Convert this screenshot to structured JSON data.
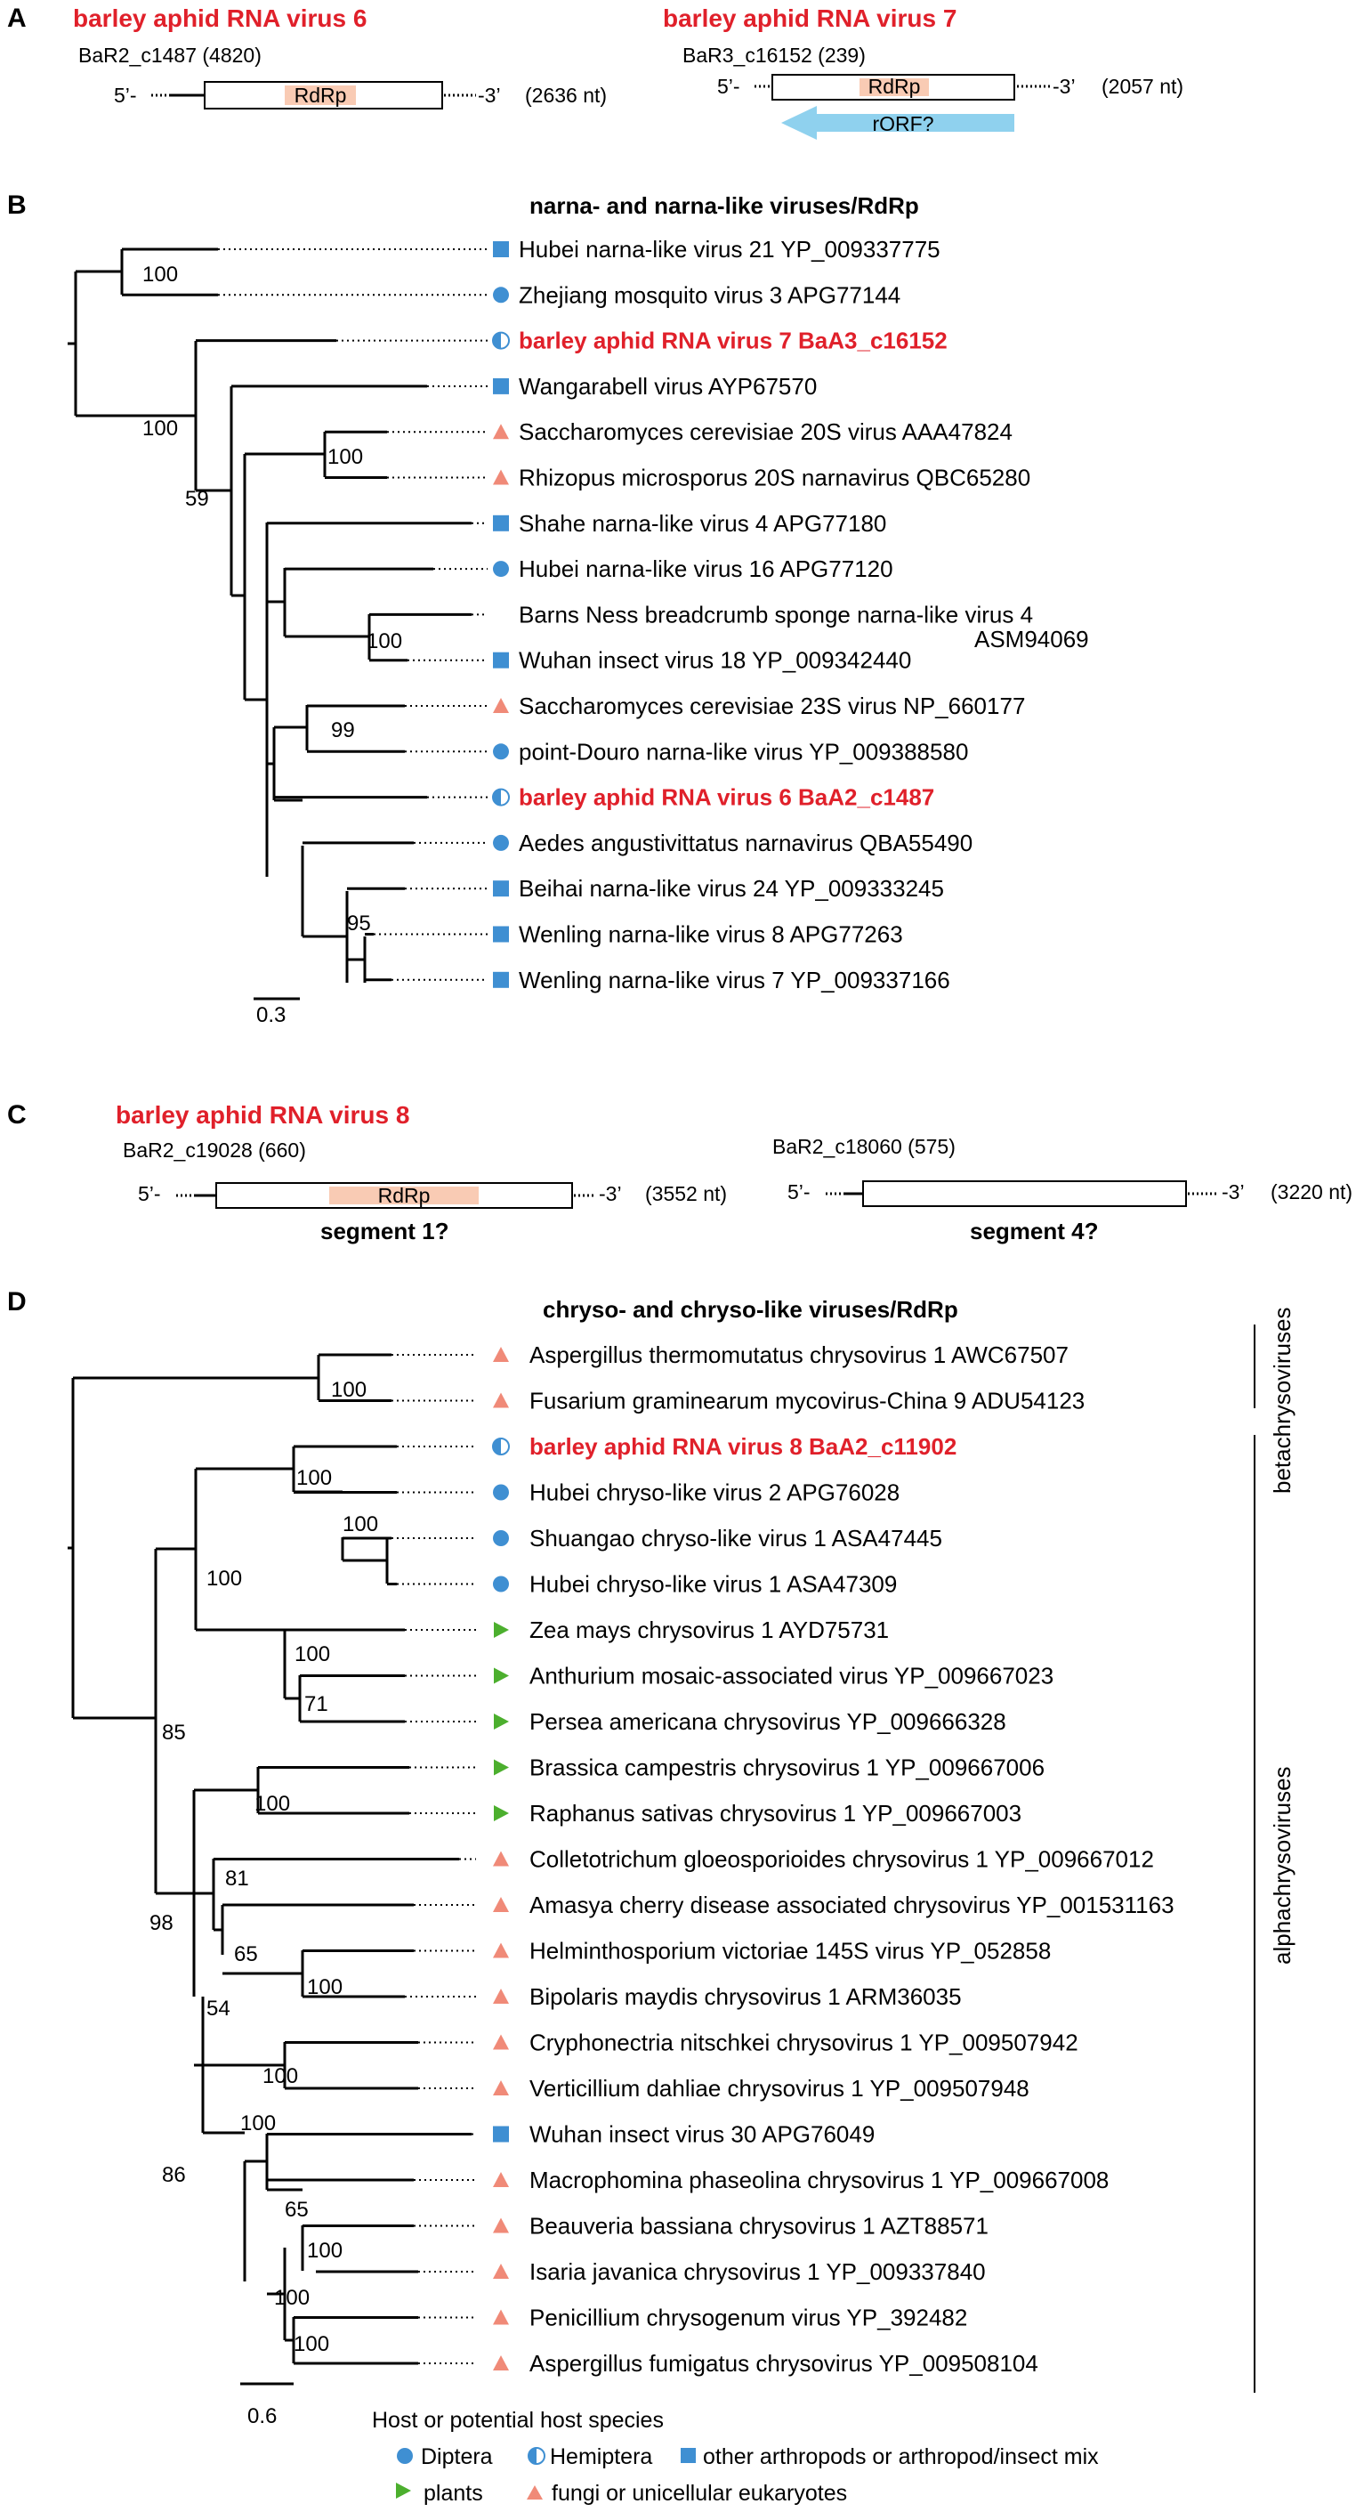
{
  "colors": {
    "red": "#e0202a",
    "blue": "#3f8fd2",
    "salmon": "#f08a78",
    "green": "#4caf2e",
    "rdrp_fill": "#f9cbb4",
    "rorf_fill": "#8fd1ee",
    "black": "#000000"
  },
  "panels": {
    "a": {
      "letter": "A",
      "v6": {
        "name": "barley aphid RNA virus  6",
        "contig": "BaR2_c1487 (4820)",
        "five": "5’-",
        "three": "-3’",
        "len": "(2636 nt)",
        "box": "RdRp"
      },
      "v7": {
        "name": "barley aphid RNA virus  7",
        "contig": "BaR3_c16152 (239)",
        "five": "5’-",
        "three": "-3’",
        "len": "(2057 nt)",
        "box": "RdRp",
        "rorf": "rORF?"
      }
    },
    "b": {
      "letter": "B",
      "title": "narna- and narna-like viruses/RdRp",
      "scale": "0.3",
      "bootstraps": [
        "100",
        "100",
        "59",
        "100",
        "100",
        "99",
        "95"
      ],
      "leaves": [
        {
          "label": "Hubei narna-like virus 21 YP_009337775",
          "icon": "square-blue",
          "red": false
        },
        {
          "label": "Zhejiang mosquito virus 3 APG77144",
          "icon": "circle-blue",
          "red": false
        },
        {
          "label": "barley aphid  RNA virus  7 BaA3_c16152",
          "icon": "half-circle-blue",
          "red": true
        },
        {
          "label": "Wangarabell virus AYP67570",
          "icon": "square-blue",
          "red": false
        },
        {
          "label": "Saccharomyces cerevisiae 20S virus AAA47824",
          "icon": "triangle-salmon",
          "red": false
        },
        {
          "label": "Rhizopus microsporus 20S narnavirus QBC65280",
          "icon": "triangle-salmon",
          "red": false
        },
        {
          "label": "Shahe narna-like virus 4 APG77180",
          "icon": "square-blue",
          "red": false
        },
        {
          "label": "Hubei narna-like virus 16 APG77120",
          "icon": "circle-blue",
          "red": false
        },
        {
          "label": "Barns Ness breadcrumb sponge narna-like virus 4",
          "icon": "",
          "red": false
        },
        {
          "label": "Wuhan insect virus 18 YP_009342440",
          "icon": "square-blue",
          "red": false
        },
        {
          "label": "Saccharomyces cerevisiae 23S virus NP_660177",
          "icon": "triangle-salmon",
          "red": false
        },
        {
          "label": "point-Douro narna-like virus YP_009388580",
          "icon": "circle-blue",
          "red": false
        },
        {
          "label": "barley aphid  RNA virus  6 BaA2_c1487",
          "icon": "half-circle-blue",
          "red": true
        },
        {
          "label": "Aedes angustivittatus narnavirus QBA55490",
          "icon": "circle-blue",
          "red": false
        },
        {
          "label": "Beihai narna-like virus 24 YP_009333245",
          "icon": "square-blue",
          "red": false
        },
        {
          "label": "Wenling narna-like virus 8 APG77263",
          "icon": "square-blue",
          "red": false
        },
        {
          "label": "Wenling narna-like virus 7 YP_009337166",
          "icon": "square-blue",
          "red": false
        }
      ],
      "extra_label": "ASM94069"
    },
    "c": {
      "letter": "C",
      "name": "barley aphid  RNA virus  8",
      "seg1": {
        "contig": "BaR2_c19028 (660)",
        "five": "5’-",
        "three": "-3’",
        "len": "(3552 nt)",
        "box": "RdRp",
        "caption": "segment 1?"
      },
      "seg4": {
        "contig": "BaR2_c18060 (575)",
        "five": "5’-",
        "three": "-3’",
        "len": "(3220 nt)",
        "caption": "segment 4?"
      }
    },
    "d": {
      "letter": "D",
      "title": "chryso- and chryso-like viruses/RdRp",
      "scale": "0.6",
      "group_beta": "betachrysoviruses",
      "group_alpha": "alphachrysoviruses",
      "bootstraps": [
        "100",
        "100",
        "100",
        "100",
        "100",
        "71",
        "85",
        "100",
        "98",
        "81",
        "65",
        "100",
        "54",
        "100",
        "100",
        "86",
        "65",
        "100",
        "100",
        "100"
      ],
      "leaves": [
        {
          "label": "Aspergillus thermomutatus chrysovirus 1 AWC67507",
          "icon": "triangle-salmon",
          "red": false
        },
        {
          "label": "Fusarium graminearum mycovirus-China 9 ADU54123",
          "icon": "triangle-salmon",
          "red": false
        },
        {
          "label": "barley aphid  RNA virus  8 BaA2_c11902",
          "icon": "half-circle-blue",
          "red": true
        },
        {
          "label": "Hubei chryso-like virus 2 APG76028",
          "icon": "circle-blue",
          "red": false
        },
        {
          "label": "Shuangao chryso-like virus 1 ASA47445",
          "icon": "circle-blue",
          "red": false
        },
        {
          "label": "Hubei chryso-like virus 1 ASA47309",
          "icon": "circle-blue",
          "red": false
        },
        {
          "label": "Zea mays chrysovirus 1 AYD75731",
          "icon": "triangle-right-green",
          "red": false
        },
        {
          "label": "Anthurium mosaic-associated virus YP_009667023",
          "icon": "triangle-right-green",
          "red": false
        },
        {
          "label": "Persea americana chrysovirus YP_009666328",
          "icon": "triangle-right-green",
          "red": false
        },
        {
          "label": "Brassica campestris chrysovirus 1 YP_009667006",
          "icon": "triangle-right-green",
          "red": false
        },
        {
          "label": "Raphanus sativas chrysovirus 1 YP_009667003",
          "icon": "triangle-right-green",
          "red": false
        },
        {
          "label": "Colletotrichum gloeosporioides chrysovirus 1 YP_009667012",
          "icon": "triangle-salmon",
          "red": false
        },
        {
          "label": "Amasya cherry disease associated chrysovirus YP_001531163",
          "icon": "triangle-salmon",
          "red": false
        },
        {
          "label": "Helminthosporium victoriae 145S virus YP_052858",
          "icon": "triangle-salmon",
          "red": false
        },
        {
          "label": "Bipolaris maydis chrysovirus 1 ARM36035",
          "icon": "triangle-salmon",
          "red": false
        },
        {
          "label": "Cryphonectria nitschkei chrysovirus 1 YP_009507942",
          "icon": "triangle-salmon",
          "red": false
        },
        {
          "label": "Verticillium dahliae chrysovirus 1 YP_009507948",
          "icon": "triangle-salmon",
          "red": false
        },
        {
          "label": "Wuhan insect virus 30 APG76049",
          "icon": "square-blue",
          "red": false
        },
        {
          "label": "Macrophomina phaseolina chrysovirus 1 YP_009667008",
          "icon": "triangle-salmon",
          "red": false
        },
        {
          "label": "Beauveria bassiana chrysovirus 1 AZT88571",
          "icon": "triangle-salmon",
          "red": false
        },
        {
          "label": "Isaria javanica chrysovirus 1 YP_009337840",
          "icon": "triangle-salmon",
          "red": false
        },
        {
          "label": "Penicillium chrysogenum virus YP_392482",
          "icon": "triangle-salmon",
          "red": false
        },
        {
          "label": "Aspergillus fumigatus chrysovirus YP_009508104",
          "icon": "triangle-salmon",
          "red": false
        }
      ]
    },
    "legend": {
      "title": "Host or potential host species",
      "diptera": "Diptera",
      "hemiptera": "Hemiptera",
      "arthropods": "other arthropods or arthropod/insect mix",
      "plants": "plants",
      "fungi": "fungi or unicellular  eukaryotes"
    }
  }
}
